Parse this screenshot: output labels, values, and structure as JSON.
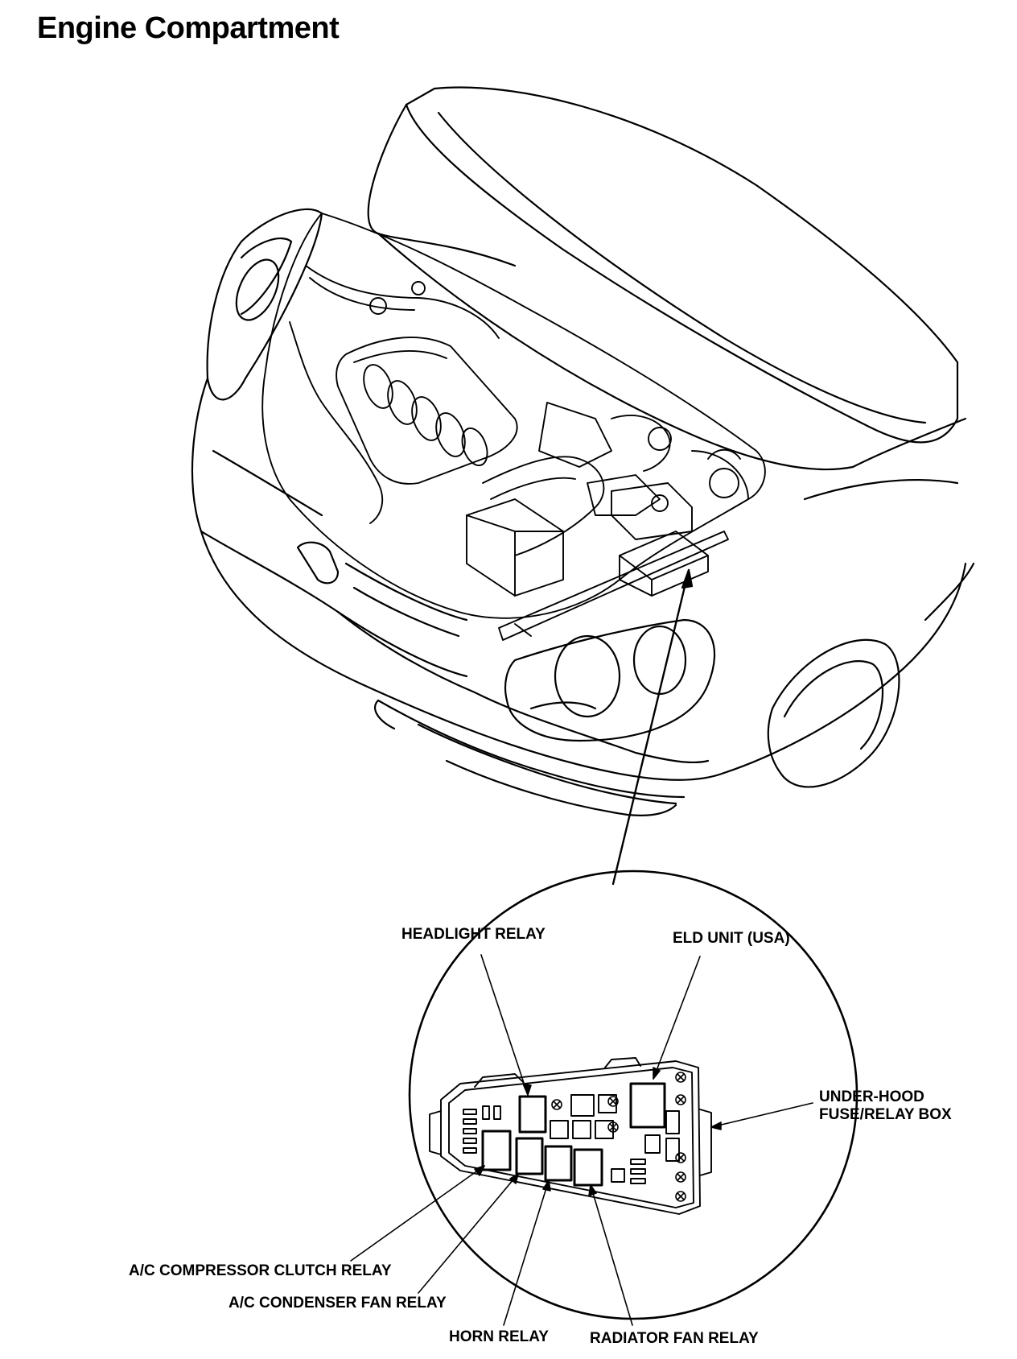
{
  "title": "Engine Compartment",
  "labels": {
    "headlight_relay": "HEADLIGHT RELAY",
    "eld_unit": "ELD UNIT (USA)",
    "fuse_box_line1": "UNDER-HOOD",
    "fuse_box_line2": "FUSE/RELAY BOX",
    "ac_compressor_clutch_relay": "A/C COMPRESSOR CLUTCH RELAY",
    "ac_condenser_fan_relay": "A/C CONDENSER FAN RELAY",
    "horn_relay": "HORN RELAY",
    "radiator_fan_relay": "RADIATOR FAN RELAY"
  }
}
